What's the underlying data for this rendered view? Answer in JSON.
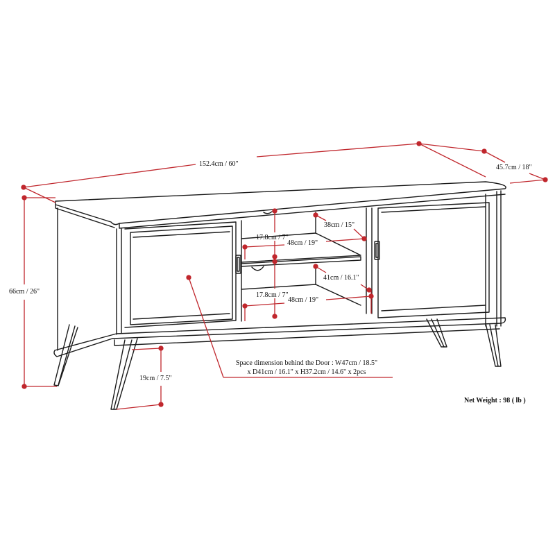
{
  "diagram": {
    "subject": "TV stand dimension drawing",
    "colors": {
      "outline": "#1a1a1a",
      "dimension": "#c0272d",
      "background": "#ffffff"
    },
    "dimensions": {
      "width": "152.4cm / 60\"",
      "depth": "45.7cm / 18\"",
      "height": "66cm / 26\"",
      "leg_height": "19cm / 7.5\"",
      "upper_shelf_height": "17.8cm / 7\"",
      "upper_shelf_width": "48cm / 19\"",
      "upper_shelf_depth": "38cm / 15\"",
      "lower_shelf_height": "17.8cm / 7\"",
      "lower_shelf_width": "48cm / 19\"",
      "lower_shelf_depth": "41cm / 16.1\""
    },
    "door_space_note": {
      "line1": "Space dimension behind the Door  : W47cm / 18.5\"",
      "line2": "x D41cm / 16.1\" x H37.2cm / 14.6\" x 2pcs"
    },
    "net_weight": "Net Weight : 98 ( lb )"
  }
}
